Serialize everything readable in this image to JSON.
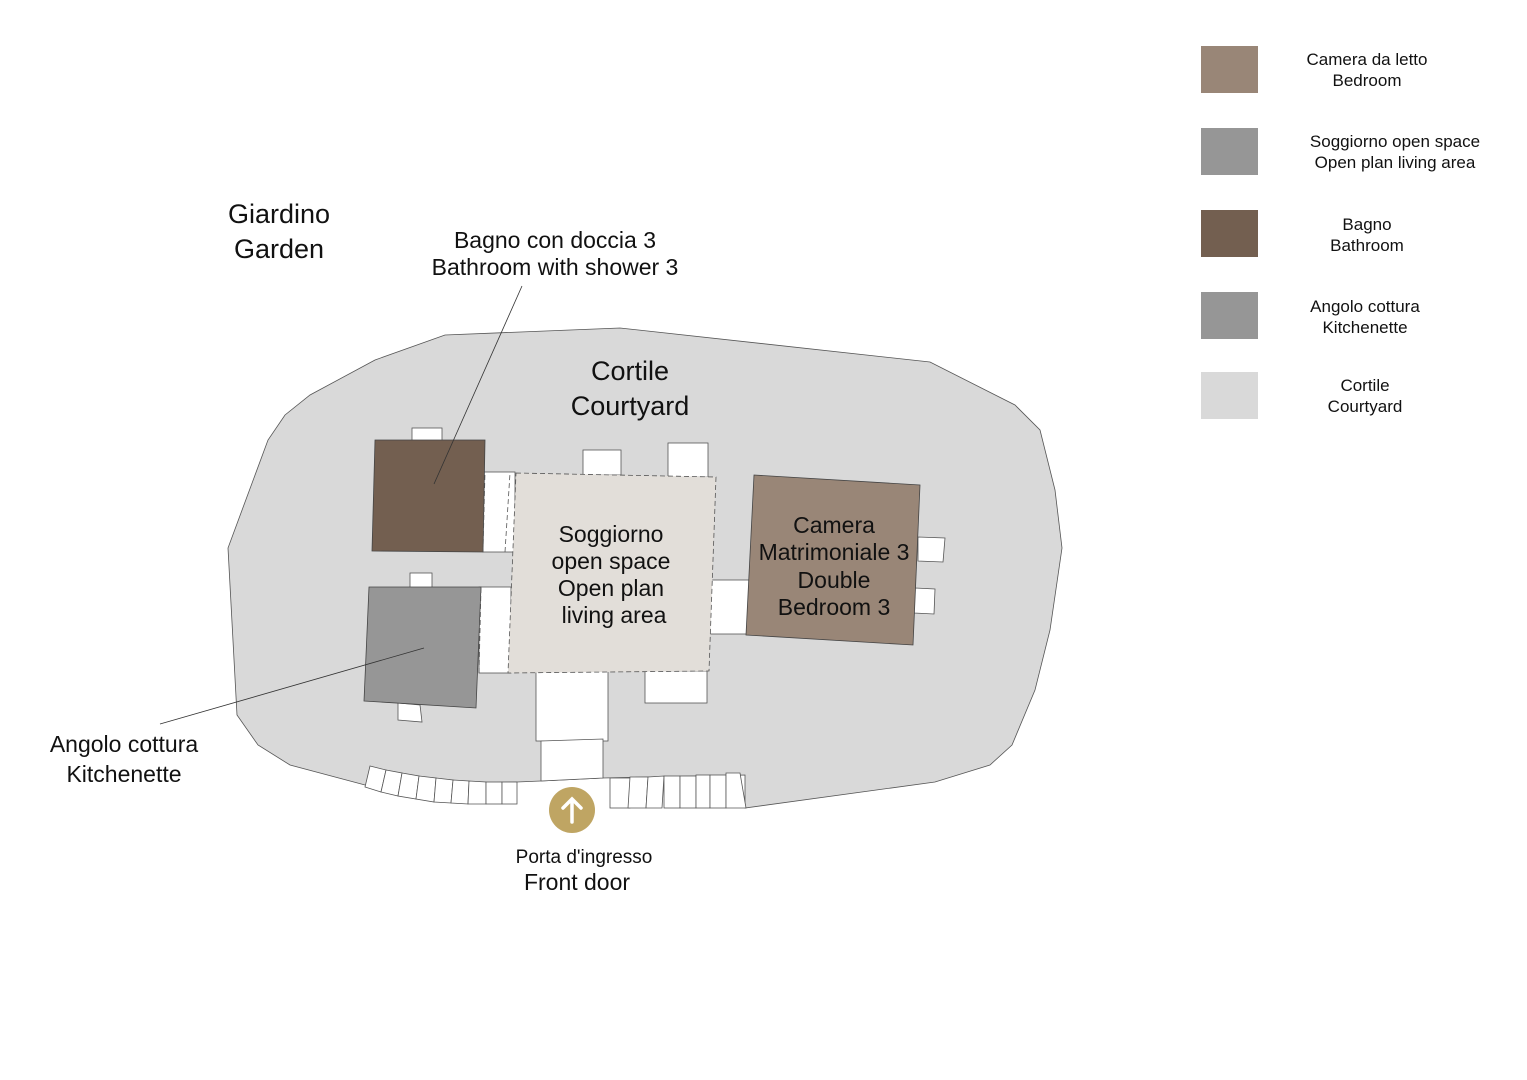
{
  "labels": {
    "garden": [
      "Giardino",
      "Garden"
    ],
    "courtyard": [
      "Cortile",
      "Courtyard"
    ],
    "bathroom": [
      "Bagno con doccia 3",
      "Bathroom with shower 3"
    ],
    "living": [
      "Soggiorno",
      "open space",
      "Open plan",
      "living area"
    ],
    "bedroom": [
      "Camera",
      "Matrimoniale 3",
      "Double",
      "Bedroom 3"
    ],
    "kitchen": [
      "Angolo cottura",
      "Kitchenette"
    ],
    "front_door": [
      "Porta d'ingresso",
      "Front door"
    ]
  },
  "legend": [
    {
      "lines": [
        "Camera da letto",
        "Bedroom"
      ],
      "color": "#998677"
    },
    {
      "lines": [
        "Soggiorno open space",
        "Open plan living area"
      ],
      "color": "#969696"
    },
    {
      "lines": [
        "Bagno",
        "Bathroom"
      ],
      "color": "#735f50"
    },
    {
      "lines": [
        "Angolo cottura",
        "Kitchenette"
      ],
      "color": "#969696"
    },
    {
      "lines": [
        "Cortile",
        "Courtyard"
      ],
      "color": "#d9d9d9"
    }
  ],
  "colors": {
    "courtyard": "#d9d9d9",
    "bathroom": "#735f50",
    "bedroom": "#998677",
    "kitchen": "#969696",
    "living": "#e2ded9",
    "door_icon": "#bfa563"
  },
  "icons": {
    "front_door": "arrow-up-circle-icon"
  }
}
